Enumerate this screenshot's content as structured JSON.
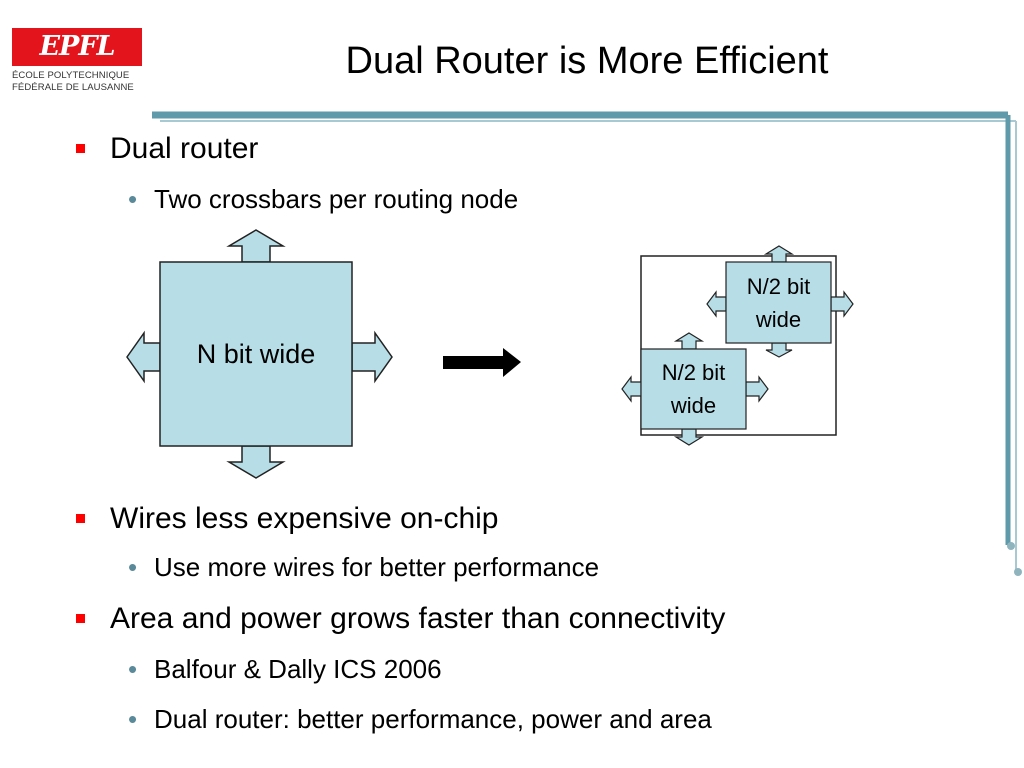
{
  "logo": {
    "wordmark": "EPFL",
    "line1": "ÉCOLE POLYTECHNIQUE",
    "line2": "FÉDÉRALE DE LAUSANNE"
  },
  "title": "Dual Router is More Efficient",
  "bullets": [
    {
      "text": "Dual router",
      "sub": [
        "Two crossbars per routing node"
      ]
    },
    {
      "text": "Wires less expensive on-chip",
      "sub": [
        "Use more wires for better performance"
      ]
    },
    {
      "text": "Area and power grows faster than connectivity",
      "sub": [
        "Balfour & Dally ICS 2006",
        "Dual router: better performance, power and area"
      ]
    }
  ],
  "diagram": {
    "single_router_label": "N bit wide",
    "dual_router_label_1": "N/2 bit wide",
    "dual_router_label_2": "N/2 bit wide"
  },
  "colors": {
    "accent_bar": "#5e9aa9",
    "box_fill": "#b7dde6",
    "bullet_red": "#ff0000"
  }
}
